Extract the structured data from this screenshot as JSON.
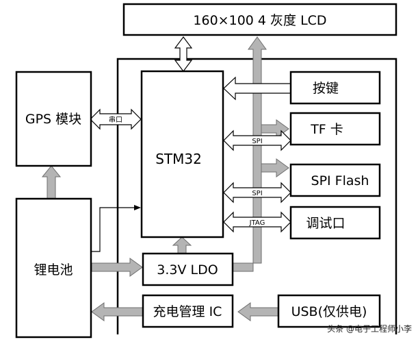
{
  "blocks": {
    "lcd": "160×100 4 灰度 LCD",
    "gps": "GPS 模块",
    "mcu": "STM32",
    "keys": "按键",
    "tf": "TF 卡",
    "flash": "SPI Flash",
    "debug": "调试口",
    "battery": "锂电池",
    "ldo": "3.3V LDO",
    "charger": "充电管理 IC",
    "usb": "USB(仅供电)"
  },
  "buses": {
    "uart": "串口",
    "spi_tf": "SPI",
    "spi_flash": "SPI",
    "jtag": "JTAG"
  },
  "watermark": "头条 @电子工程师小李"
}
